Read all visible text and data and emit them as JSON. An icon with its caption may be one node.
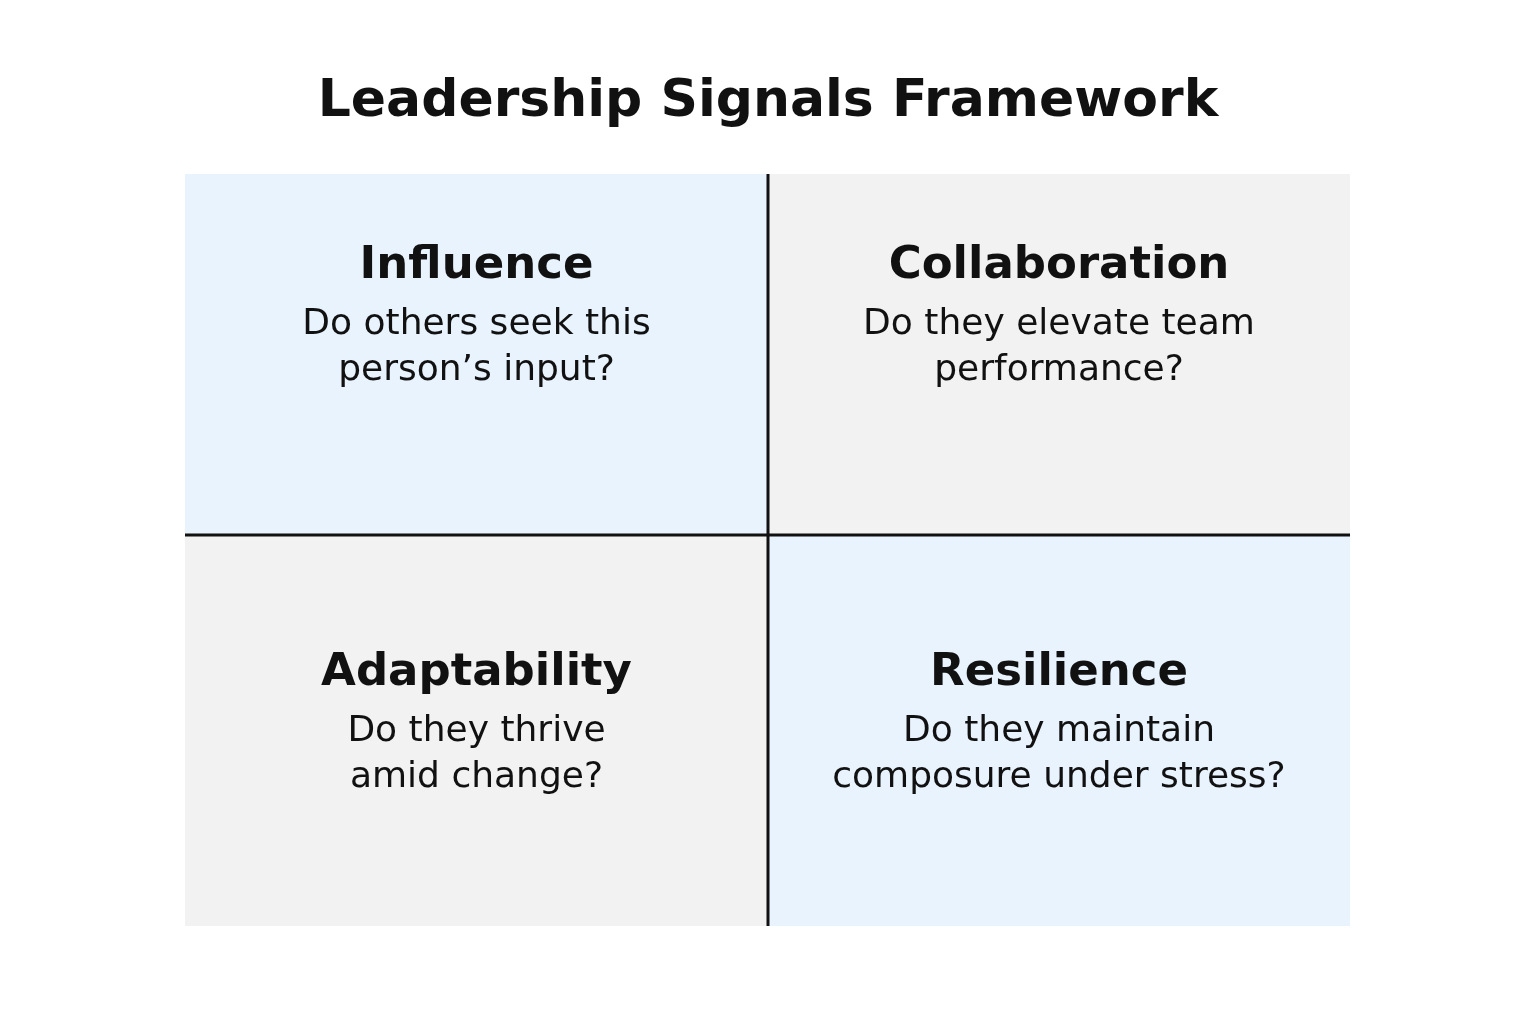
{
  "diagram": {
    "title": "Leadership Signals Framework",
    "nodes": [
      {
        "text": [
          "Influence",
          "Do others seek this person’s input?"
        ]
      },
      {
        "text": [
          "Collaboration",
          "Do they elevate team performance?"
        ]
      },
      {
        "text": [
          "Adaptability",
          "Do they thrive amid change?"
        ]
      },
      {
        "text": [
          "Resilience",
          "Do they maintain composure under stress?"
        ]
      }
    ],
    "edges": []
  }
}
